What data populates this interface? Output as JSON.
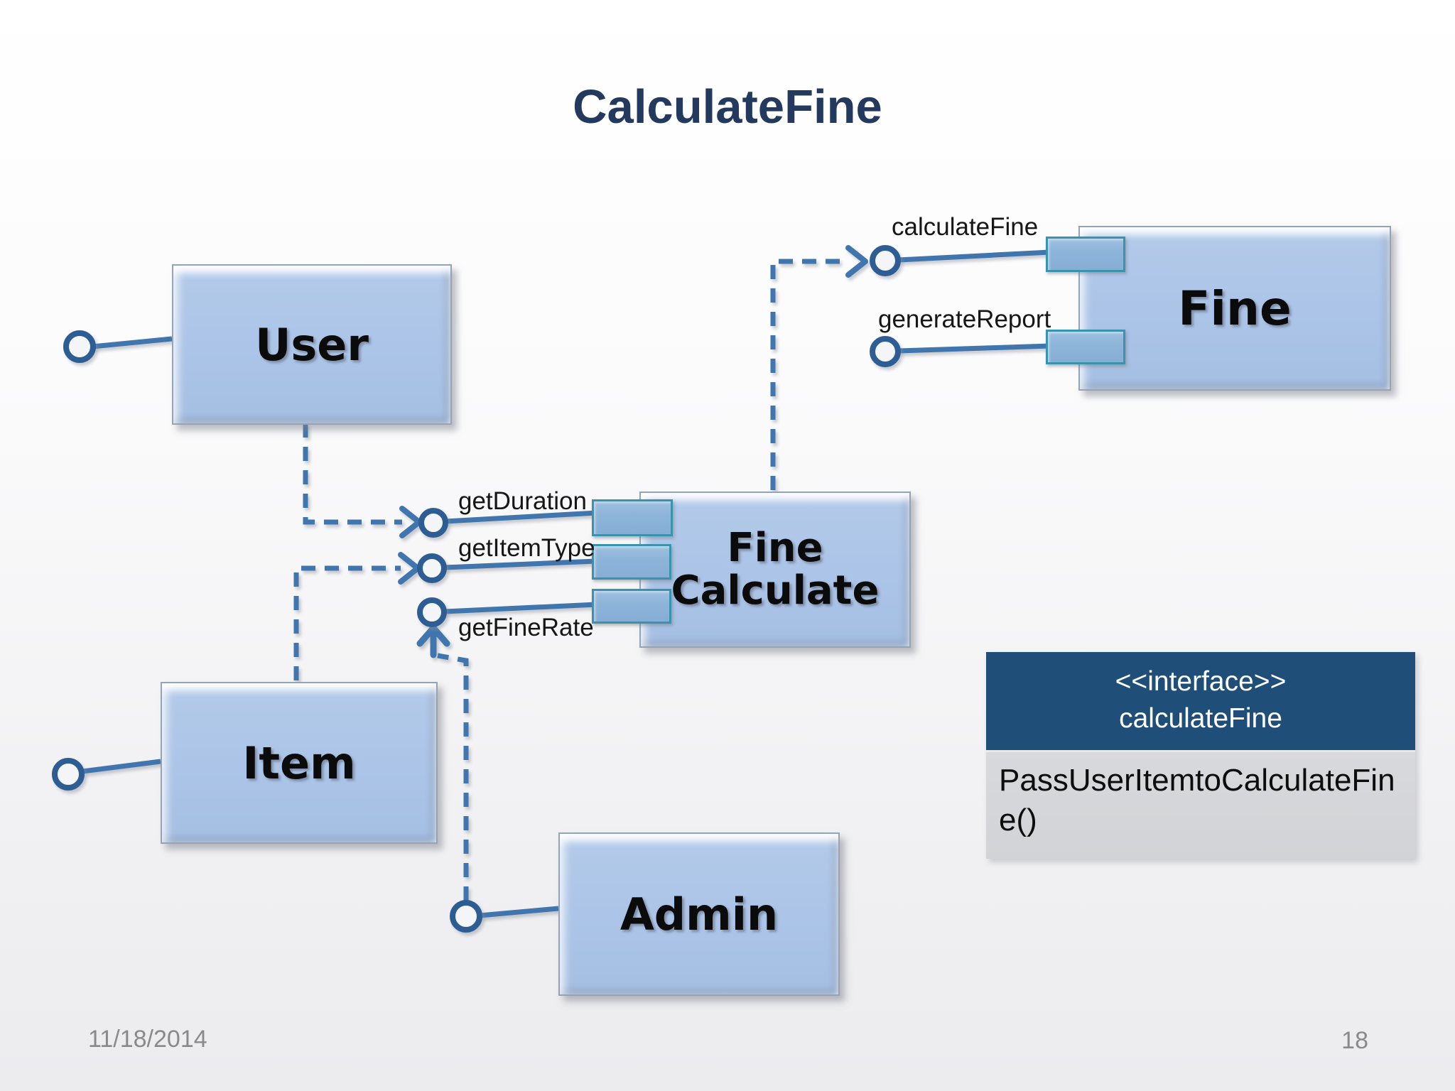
{
  "slide": {
    "title": "CalculateFine",
    "footer": {
      "date": "11/18/2014",
      "page_number": "18"
    }
  },
  "components": [
    {
      "id": "user",
      "label": "User"
    },
    {
      "id": "item",
      "label": "Item"
    },
    {
      "id": "admin",
      "label": "Admin"
    },
    {
      "id": "fine_calculate",
      "label": "Fine Calculate"
    },
    {
      "id": "fine",
      "label": "Fine"
    }
  ],
  "wire_labels": {
    "calculate_fine": "calculateFine",
    "generate_report": "generateReport",
    "get_duration": "getDuration",
    "get_item_type": "getItemType",
    "get_fine_rate": "getFineRate"
  },
  "interface_box": {
    "stereotype": "<<interface>>",
    "name": "calculateFine",
    "method": "PassUserItemtoCalculateFine()"
  },
  "colors": {
    "title_text": "#24395e",
    "component_fill": "#abc4e7",
    "port_fill": "#8db4d9",
    "port_border": "#3a93ad",
    "connector_blue": "#4076ad",
    "lollipop_stroke": "#2d5d92",
    "interface_header_bg": "#1f4e79",
    "interface_body_bg": "#d5d6d9",
    "footer_text": "#8a8a8e"
  }
}
